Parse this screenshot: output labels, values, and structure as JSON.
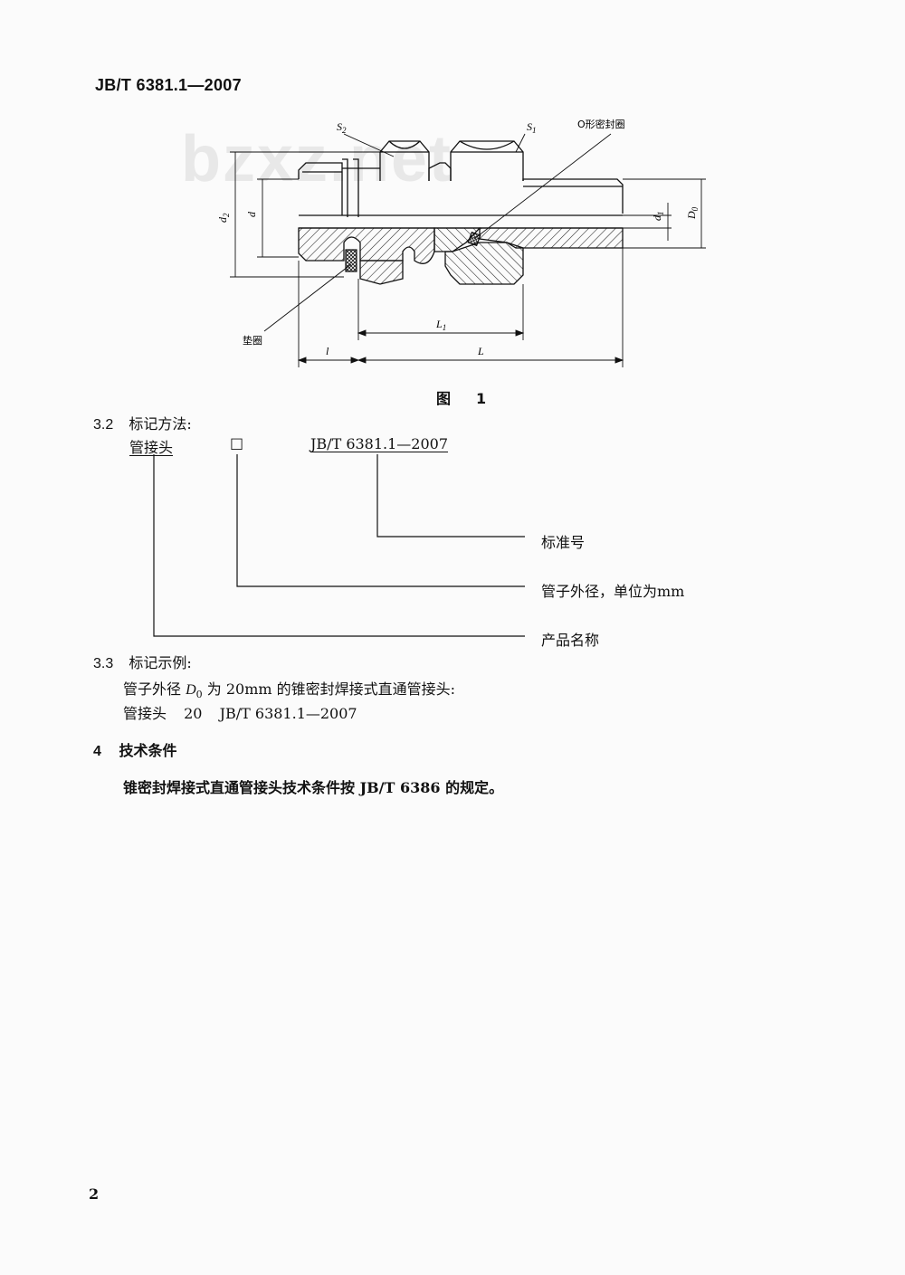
{
  "header": {
    "code": "JB/T 6381.1—2007"
  },
  "watermark": "bzxz.net",
  "figure": {
    "labels": {
      "s2": "S",
      "s2_sub": "2",
      "s1": "S",
      "s1_sub": "1",
      "o_ring": "O形密封圈",
      "gasket": "垫圈",
      "d2": "d",
      "d2_sub": "2",
      "d": "d",
      "d1": "d",
      "d1_sub": "1",
      "D0": "D",
      "D0_sub": "0",
      "L1": "L",
      "L1_sub": "1",
      "l": "l",
      "L": "L"
    },
    "caption": "图　1"
  },
  "sec32": {
    "num": "3.2",
    "title": "标记方法:",
    "product": "管接头",
    "box": "□",
    "standard": "JB/T 6381.1—2007",
    "legend_standard": "标准号",
    "legend_diameter": "管子外径，单位为mm",
    "legend_name": "产品名称"
  },
  "sec33": {
    "num": "3.3",
    "title": "标记示例:",
    "line1_a": "管子外径",
    "line1_var": "D",
    "line1_sub": "0",
    "line1_b": "为 20mm 的锥密封焊接式直通管接头:",
    "ex_product": "管接头",
    "ex_size": "20",
    "ex_standard": "JB/T 6381.1—2007"
  },
  "sec4": {
    "num": "4",
    "title": "技术条件",
    "body": "锥密封焊接式直通管接头技术条件按 JB/T 6386 的规定。"
  },
  "page_number": "2"
}
